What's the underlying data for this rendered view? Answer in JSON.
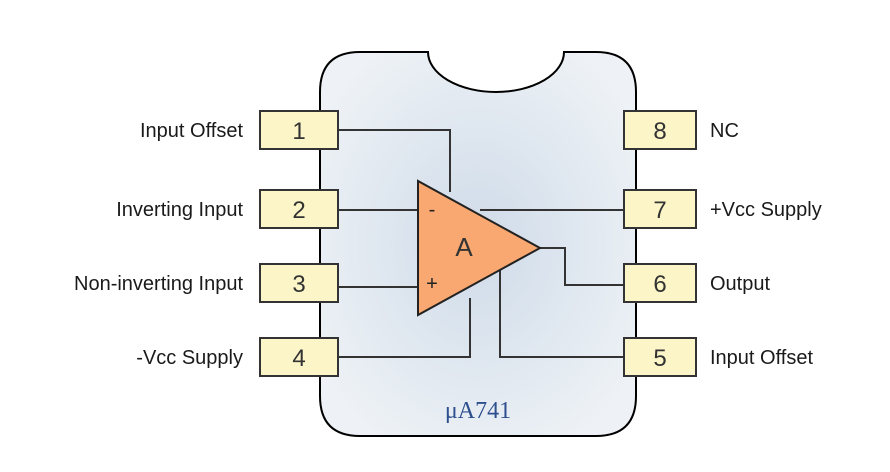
{
  "colors": {
    "body_fill": "#e8edf3",
    "pin_fill": "#fcf5c7",
    "amp_fill": "#f8a870",
    "chip_name": "#2d4f8f"
  },
  "pins": [
    {
      "number": "1",
      "label": "Input Offset"
    },
    {
      "number": "2",
      "label": "Inverting Input"
    },
    {
      "number": "3",
      "label": "Non-inverting Input"
    },
    {
      "number": "4",
      "label": "-Vcc Supply"
    },
    {
      "number": "5",
      "label": "Input Offset"
    },
    {
      "number": "6",
      "label": "Output"
    },
    {
      "number": "7",
      "label": "+Vcc Supply"
    },
    {
      "number": "8",
      "label": "NC"
    }
  ],
  "amplifier": {
    "letter": "A",
    "inverting_sign": "-",
    "noninverting_sign": "+"
  },
  "chip_name": "μA741"
}
